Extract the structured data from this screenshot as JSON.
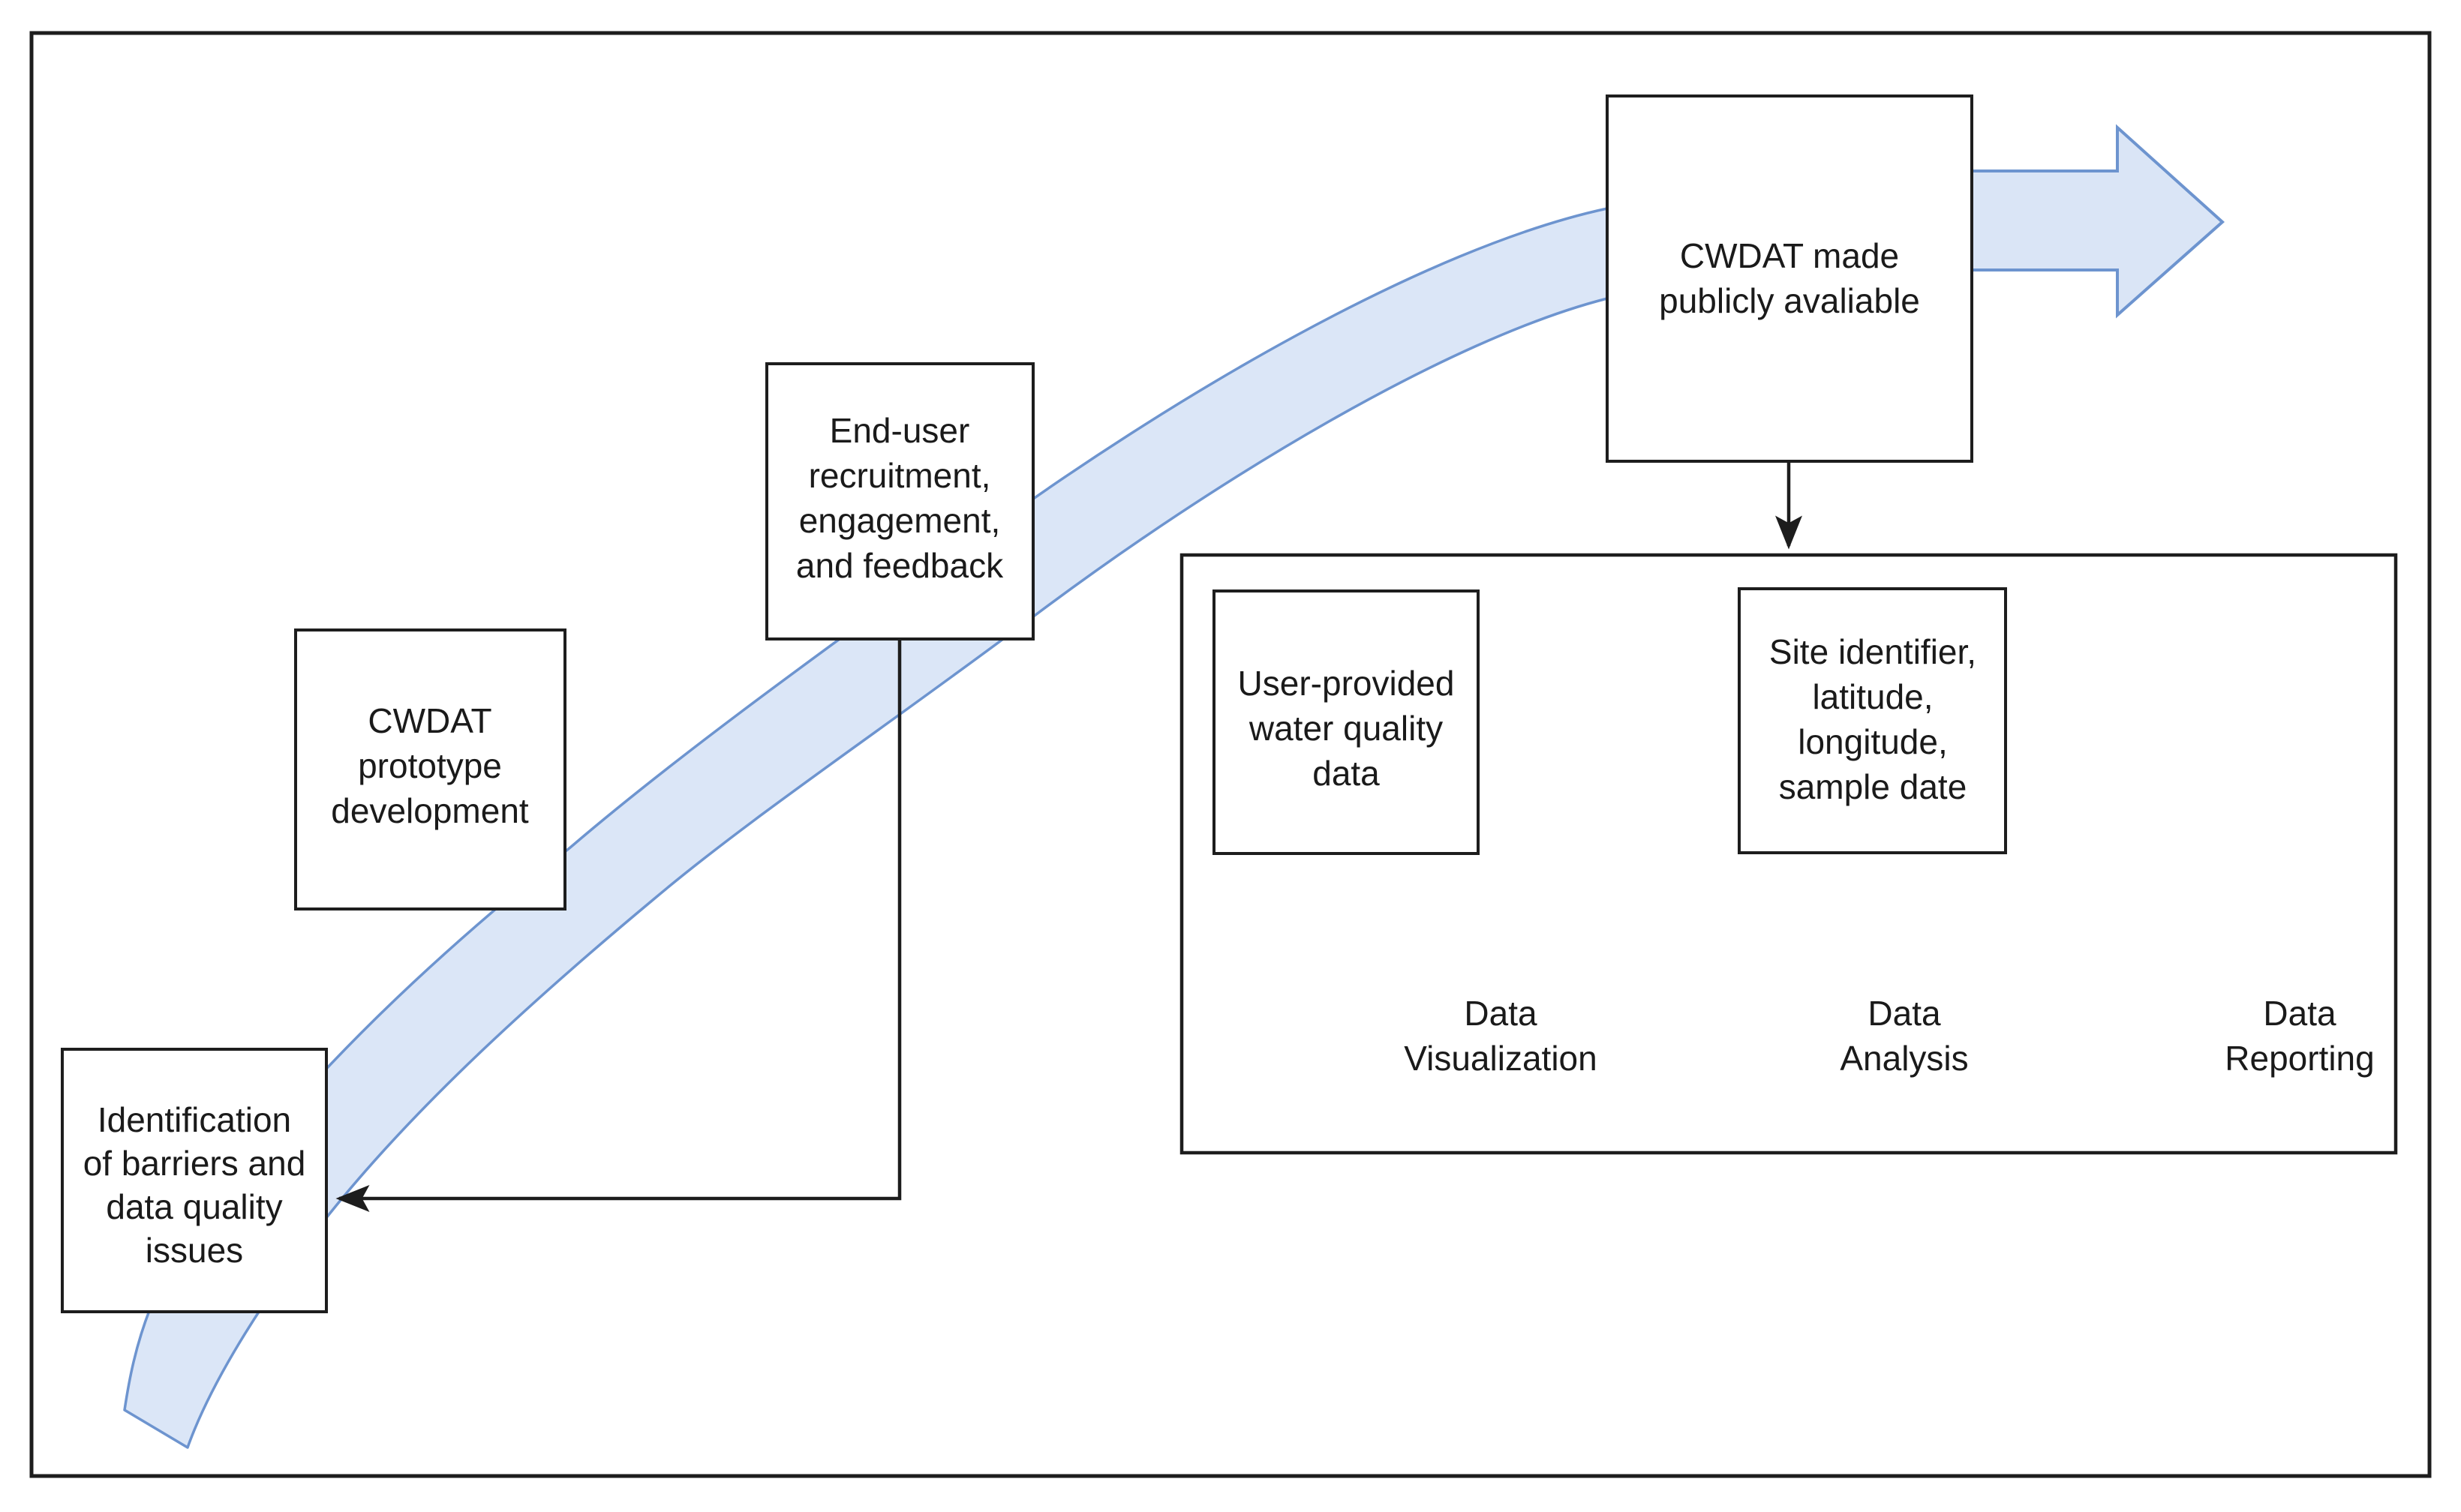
{
  "diagram": {
    "title_present": false,
    "colors": {
      "ribbon_fill": "#dbe6f7",
      "ribbon_stroke": "#6d94cf",
      "arrow_fill": "#dae5f6",
      "arrow_stroke": "#6d94cf",
      "line": "#1d1d1d",
      "text": "#1a1a1a",
      "background": "#ffffff"
    },
    "nodes": {
      "identification": {
        "lines": [
          "Identification",
          "of barriers and",
          "data quality",
          "issues"
        ]
      },
      "prototype": {
        "lines": [
          "CWDAT",
          "prototype",
          "development"
        ]
      },
      "enduser": {
        "lines": [
          "End-user",
          "recruitment,",
          "engagement,",
          "and feedback"
        ]
      },
      "published": {
        "lines": [
          "CWDAT made",
          "publicly avaliable"
        ]
      },
      "user_data": {
        "lines": [
          "User-provided",
          "water quality",
          "data"
        ]
      },
      "fields": {
        "lines": [
          "Site identifier,",
          "latitude,",
          "longitude,",
          "sample date"
        ]
      },
      "leaves": [
        {
          "lines": [
            "Data",
            "Visualization"
          ]
        },
        {
          "lines": [
            "Data",
            "Analysis"
          ]
        },
        {
          "lines": [
            "Data",
            "Reporting"
          ]
        }
      ]
    }
  }
}
